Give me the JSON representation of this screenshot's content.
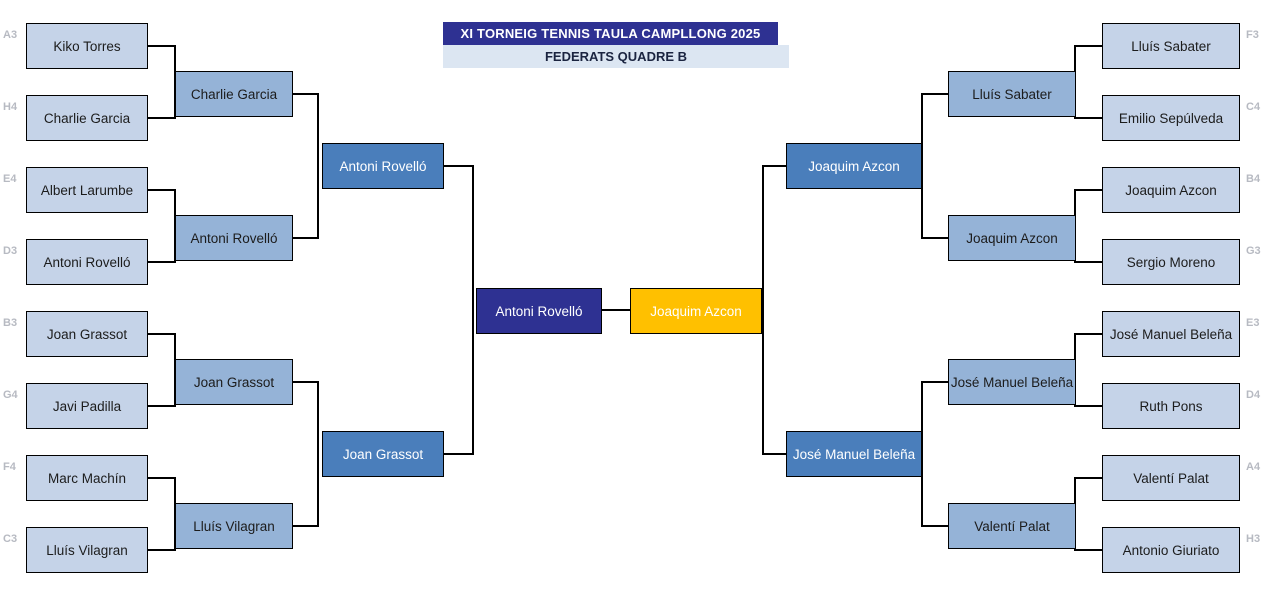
{
  "header": {
    "title": "XI TORNEIG TENNIS TAULA CAMPLLONG 2025",
    "subtitle": "FEDERATS QUADRE B"
  },
  "bracket": {
    "left": {
      "round1": [
        {
          "seed": "A3",
          "name": "Kiko Torres"
        },
        {
          "seed": "H4",
          "name": "Charlie Garcia"
        },
        {
          "seed": "E4",
          "name": "Albert Larumbe"
        },
        {
          "seed": "D3",
          "name": "Antoni Rovelló"
        },
        {
          "seed": "B3",
          "name": "Joan Grassot"
        },
        {
          "seed": "G4",
          "name": "Javi Padilla"
        },
        {
          "seed": "F4",
          "name": "Marc Machín"
        },
        {
          "seed": "C3",
          "name": "Lluís Vilagran"
        }
      ],
      "round2": [
        "Charlie Garcia",
        "Antoni Rovelló",
        "Joan Grassot",
        "Lluís Vilagran"
      ],
      "semifinals": [
        "Antoni Rovelló",
        "Joan Grassot"
      ],
      "finalist": "Antoni Rovelló"
    },
    "right": {
      "round1": [
        {
          "seed": "F3",
          "name": "Lluís Sabater"
        },
        {
          "seed": "C4",
          "name": "Emilio Sepúlveda"
        },
        {
          "seed": "B4",
          "name": "Joaquim Azcon"
        },
        {
          "seed": "G3",
          "name": "Sergio Moreno"
        },
        {
          "seed": "E3",
          "name": "José Manuel Beleña"
        },
        {
          "seed": "D4",
          "name": "Ruth Pons"
        },
        {
          "seed": "A4",
          "name": "Valentí Palat"
        },
        {
          "seed": "H3",
          "name": "Antonio Giuriato"
        }
      ],
      "round2": [
        "Lluís Sabater",
        "Joaquim Azcon",
        "José Manuel Beleña",
        "Valentí Palat"
      ],
      "semifinals": [
        "Joaquim Azcon",
        "José Manuel Beleña"
      ]
    },
    "champion": "Joaquim Azcon"
  },
  "colors": {
    "round1_fill": "#c5d3e8",
    "round2_fill": "#95b3d7",
    "semifinal_fill": "#4a7ebb",
    "finalist_fill": "#2e3192",
    "champion_fill": "#ffc000",
    "title_bar": "#2e3192",
    "subtitle_bar": "#dce6f2",
    "seed_label": "#b7bac2"
  }
}
